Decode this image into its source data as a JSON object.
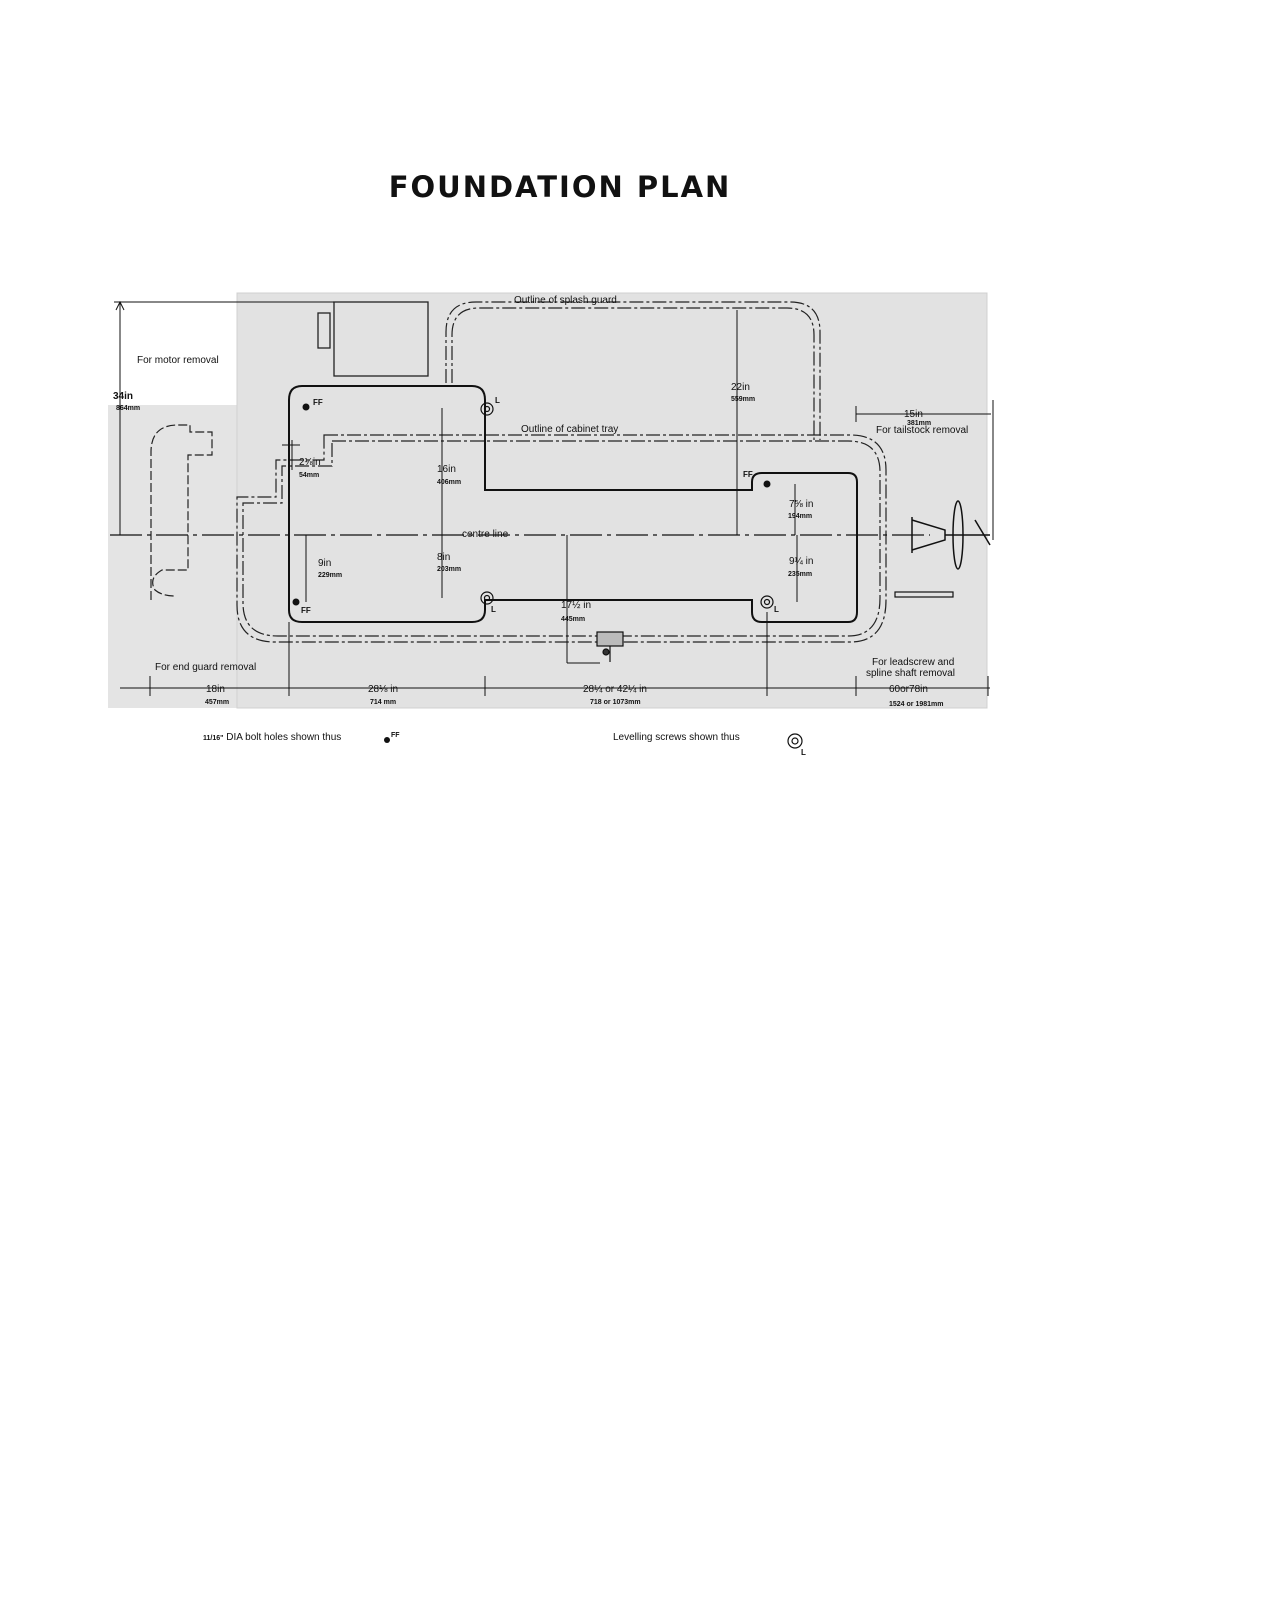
{
  "title": "FOUNDATION PLAN",
  "labels": {
    "splash_guard": "Outline of splash guard",
    "cabinet_tray": "Outline of cabinet tray",
    "centre_line": "centre line",
    "motor_removal": "For motor removal",
    "end_guard_removal": "For end guard removal",
    "tailstock_removal": "For tailstock removal",
    "leadscrew_removal_1": "For leadscrew and",
    "leadscrew_removal_2": "spline shaft removal"
  },
  "dimensions": {
    "d34": {
      "imperial": "34in",
      "metric": "864mm"
    },
    "d22": {
      "imperial": "22in",
      "metric": "559mm"
    },
    "d16": {
      "imperial": "16in",
      "metric": "406mm"
    },
    "d2": {
      "imperial": "2⅛in",
      "metric": "54mm"
    },
    "d9": {
      "imperial": "9in",
      "metric": "229mm"
    },
    "d8": {
      "imperial": "8in",
      "metric": "203mm"
    },
    "d17": {
      "imperial": "17½ in",
      "metric": "445mm"
    },
    "d7": {
      "imperial": "7⅝ in",
      "metric": "194mm"
    },
    "d9b": {
      "imperial": "9¼ in",
      "metric": "235mm"
    },
    "d15": {
      "imperial": "15in",
      "metric": "381mm"
    },
    "d18": {
      "imperial": "18in",
      "metric": "457mm"
    },
    "d28a": {
      "imperial": "28⅛ in",
      "metric": "714 mm"
    },
    "d28b": {
      "imperial": "28¼ or 42¼ in",
      "metric": "718 or 1073mm"
    },
    "d60": {
      "imperial": "60or78in",
      "metric": "1524 or 1981mm"
    }
  },
  "markers": {
    "ff": "FF",
    "l": "L"
  },
  "legend": {
    "bolt_fraction": "11/16\"",
    "bolt_text": "DIA bolt holes shown thus",
    "level_text": "Levelling screws shown thus"
  }
}
